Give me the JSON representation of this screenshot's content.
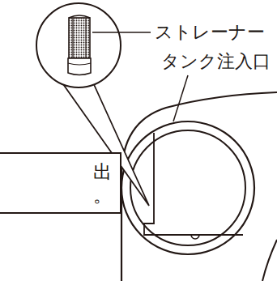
{
  "diagram": {
    "nodes": [
      {
        "text": [
          "出 。"
        ]
      }
    ],
    "labels": [
      "ストレーナー",
      "タンク注入口"
    ]
  }
}
